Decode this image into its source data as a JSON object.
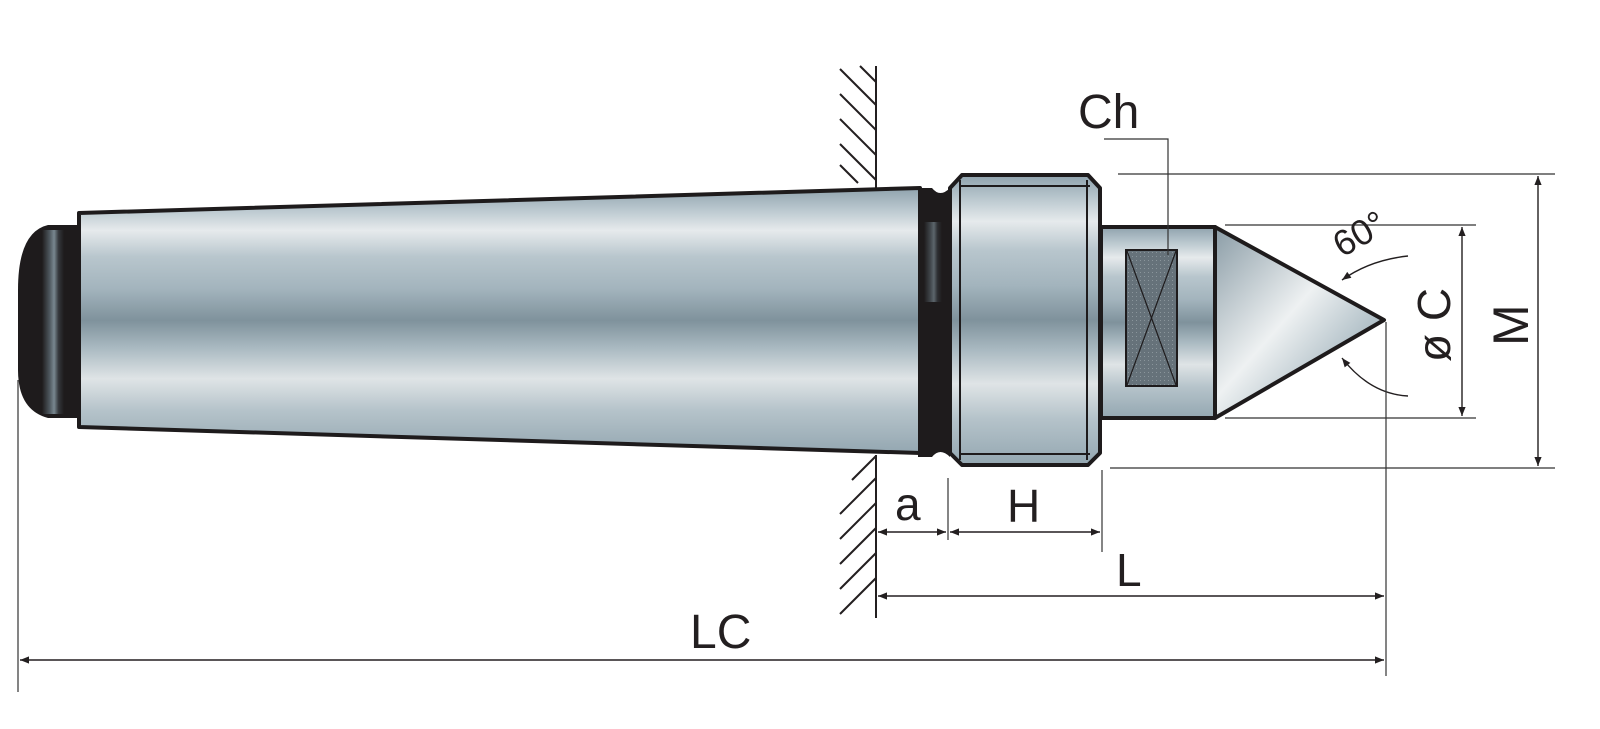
{
  "title": "Dead center with Morse taper shank — dimension drawing",
  "colors": {
    "steel_dark": "#7c8f9a",
    "steel_mid": "#a9bac3",
    "steel_light": "#e6eaec",
    "outline": "#1e1b1c",
    "dimension_line": "#231f20",
    "background": "#ffffff"
  },
  "labels": {
    "wrench_flat": "Ch",
    "cone_angle": "60°",
    "cone_diameter": "ø C",
    "thread_diameter": "M",
    "clearance": "a",
    "nut_height": "H",
    "projection_length": "L",
    "overall_length": "LC"
  },
  "parts": [
    {
      "name": "morse-taper-shank"
    },
    {
      "name": "tang"
    },
    {
      "name": "relief-groove"
    },
    {
      "name": "hex-nut"
    },
    {
      "name": "body-with-wrench-flat"
    },
    {
      "name": "center-point-cone"
    },
    {
      "name": "spindle-wall"
    }
  ]
}
